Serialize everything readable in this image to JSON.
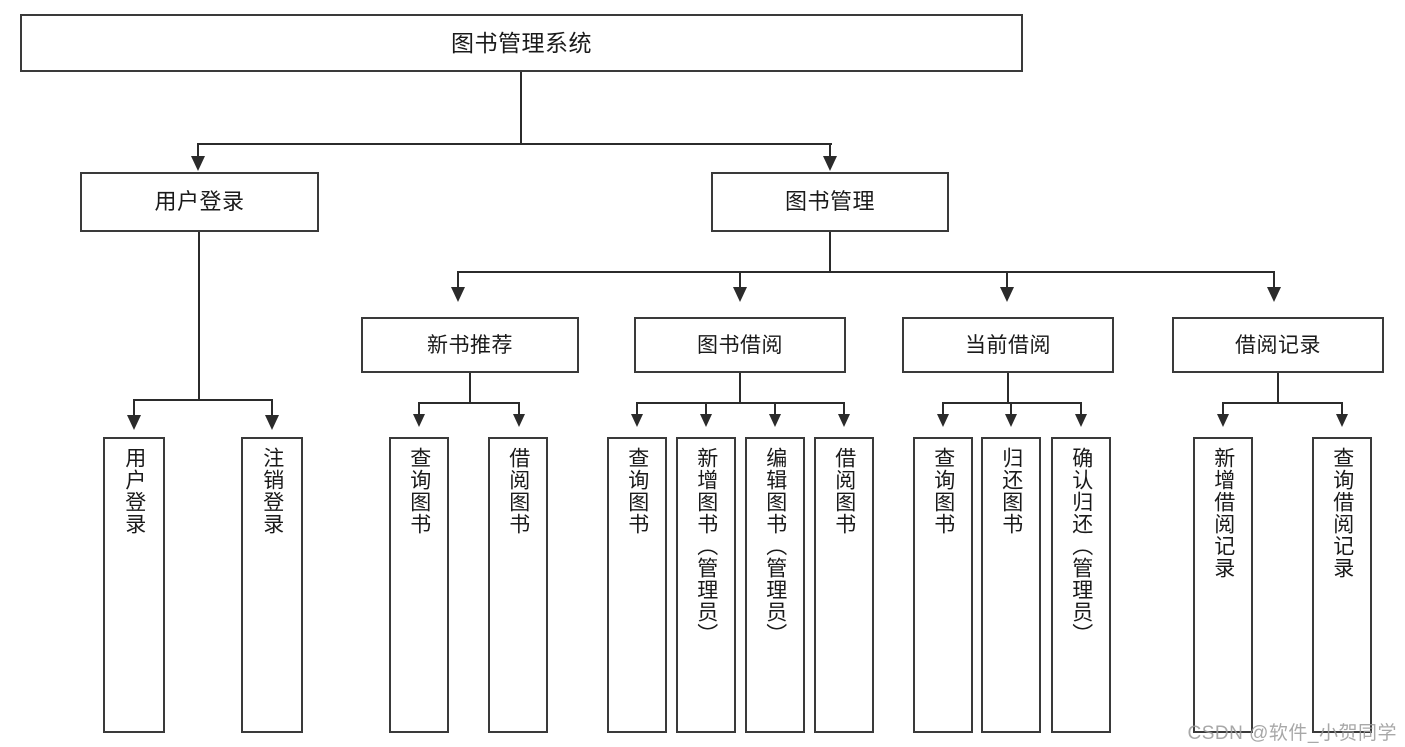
{
  "diagram": {
    "title": "图书管理系统",
    "type": "tree-hierarchy-chart",
    "colors": {
      "box_border": "#3a3a3a",
      "connector": "#2b2b2b",
      "background": "#ffffff",
      "text": "#1a1a1a",
      "watermark": "#9a9a9a"
    },
    "root": {
      "label": "图书管理系统"
    },
    "level1": [
      {
        "label": "用户登录"
      },
      {
        "label": "图书管理"
      }
    ],
    "level2": [
      {
        "label": "新书推荐"
      },
      {
        "label": "图书借阅"
      },
      {
        "label": "当前借阅"
      },
      {
        "label": "借阅记录"
      }
    ],
    "leaves": {
      "user_login": [
        {
          "label": "用户登录"
        },
        {
          "label": "注销登录"
        }
      ],
      "new_book_recommend": [
        {
          "label": "查询图书"
        },
        {
          "label": "借阅图书"
        }
      ],
      "book_borrow": [
        {
          "label": "查询图书"
        },
        {
          "label": "新增图书（管理员）"
        },
        {
          "label": "编辑图书（管理员）"
        },
        {
          "label": "借阅图书"
        }
      ],
      "current_borrow": [
        {
          "label": "查询图书"
        },
        {
          "label": "归还图书"
        },
        {
          "label": "确认归还（管理员）"
        }
      ],
      "borrow_record": [
        {
          "label": "新增借阅记录"
        },
        {
          "label": "查询借阅记录"
        }
      ]
    }
  },
  "watermark": {
    "text": "CSDN @软件_小贺同学"
  }
}
